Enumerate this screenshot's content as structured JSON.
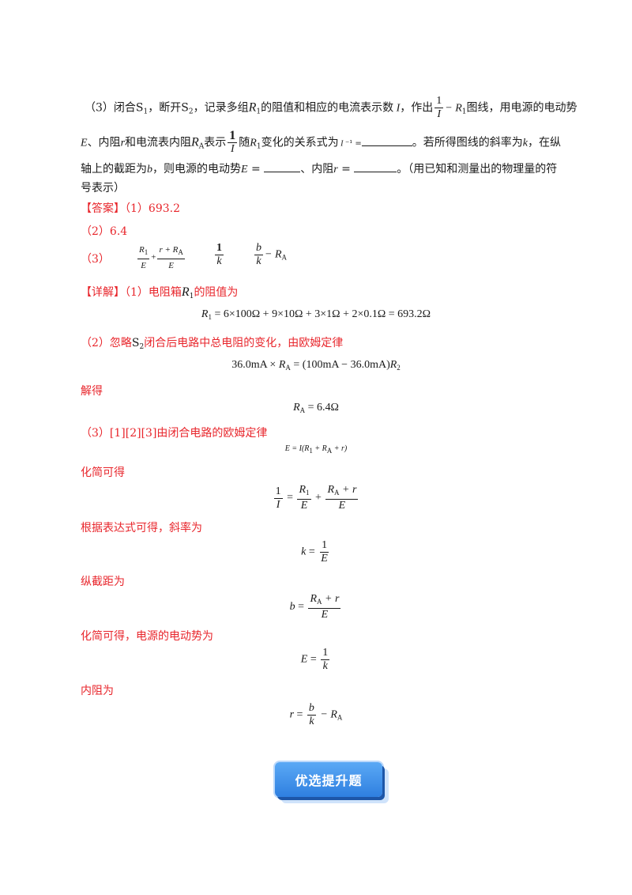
{
  "question": {
    "line1_a": "（3）闭合",
    "line1_b": "，断开",
    "line1_c": "，记录多组",
    "line1_d": "的阻值和相应的电流表示数",
    "line1_e": "，作出",
    "line1_f": "图线，用电源的电动势",
    "line2_a": "、内阻",
    "line2_b": "和电流表内阻",
    "line2_c": "表示",
    "line2_d": "随",
    "line2_e": "变化的关系式为",
    "line2_f": "。若所得图线的斜率为",
    "line2_g": "，在纵",
    "line3_a": "轴上的截距为",
    "line3_b": "，则电源的电动势",
    "line3_c": "、内阻",
    "line3_d": "。（用已知和测量出的物理量的符",
    "line4": "号表示）"
  },
  "answer": {
    "label": "【答案】",
    "p1": "（1）693.2",
    "p2": "（2）6.4",
    "p3": "（3）"
  },
  "analysis": {
    "label": "【详解】",
    "s1": "（1）电阻箱",
    "s1b": "的阻值为",
    "eq1": "= 6×100Ω + 9×10Ω + 3×1Ω + 2×0.1Ω = 693.2Ω",
    "s2a": "（2）忽略",
    "s2b": "闭合后电路中总电阻的变化，由欧姆定律",
    "eq2": "36.0mA ×",
    "eq2b": "= (100mA − 36.0mA)",
    "solve": "解得",
    "eq3": "= 6.4Ω",
    "s3": "（3）[1][2][3]由闭合电路的欧姆定律",
    "simplify": "化简可得",
    "by_expr": "根据表达式可得，斜率为",
    "intercept": "纵截距为",
    "emf": "化简可得，电源的电动势为",
    "internal": "内阻为"
  },
  "footer": {
    "button_label": "优选提升题"
  },
  "colors": {
    "accent_red": "#e8262c",
    "button_blue": "#3a8ee8"
  }
}
